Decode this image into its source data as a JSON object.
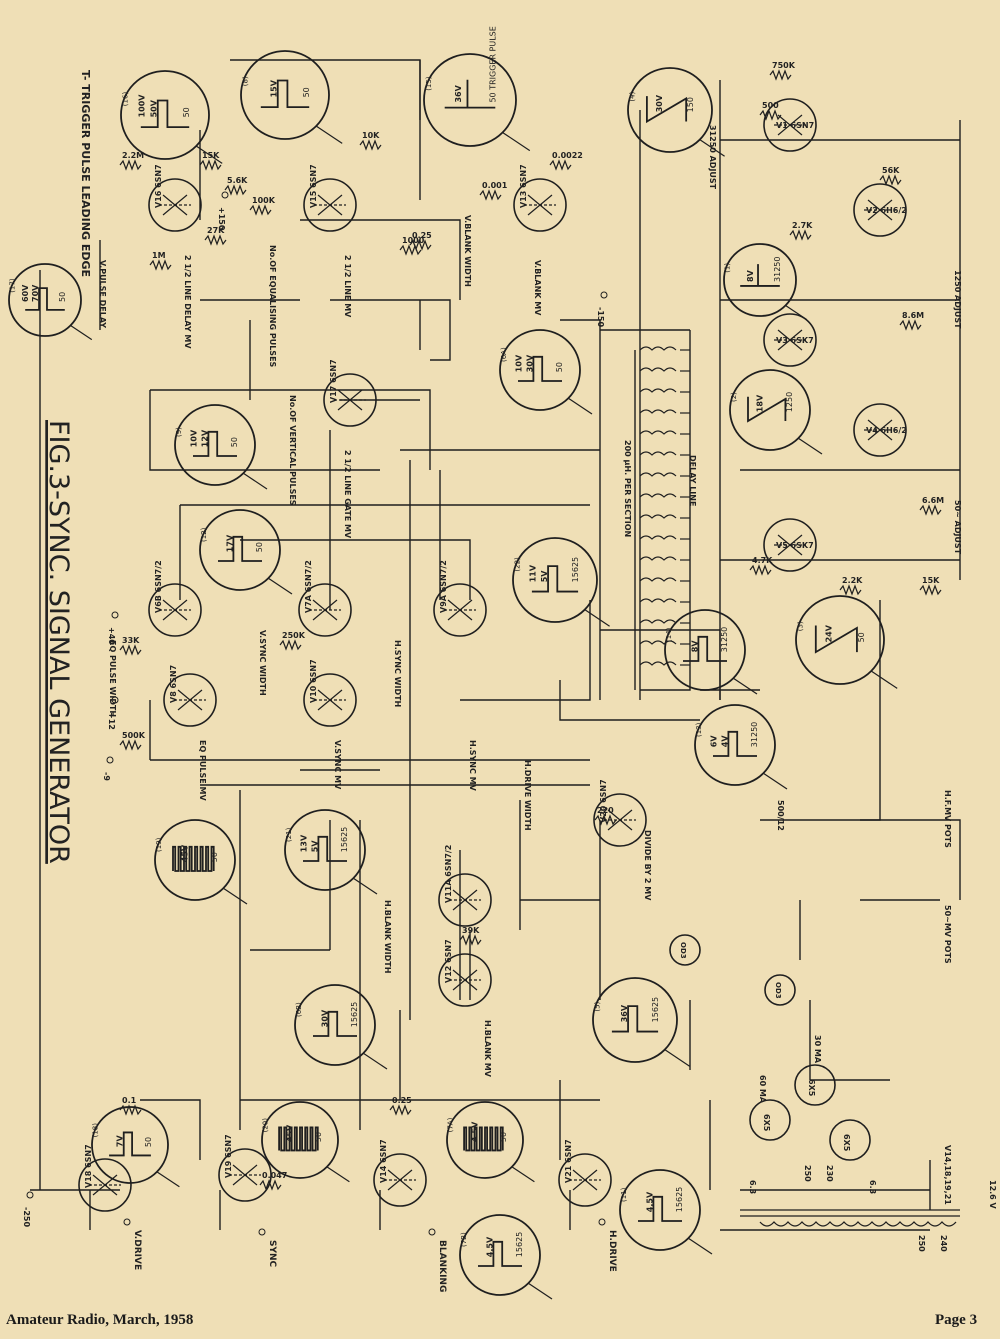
{
  "figure": {
    "title": "FIG.3-SYNC. SIGNAL GENERATOR",
    "trigger_note": "T- TRIGGER PULSE LEADING EDGE"
  },
  "footer": {
    "publication": "Amateur Radio, March, 1958",
    "page": "Page 3"
  },
  "colors": {
    "paper": "#efdfb6",
    "ink": "#1f1f1f"
  },
  "tubes": [
    {
      "id": "tube-v16",
      "label": "V16 6SN7"
    },
    {
      "id": "tube-v15",
      "label": "V15 6SN7"
    },
    {
      "id": "tube-v13",
      "label": "V13 6SN7"
    },
    {
      "id": "tube-v1",
      "label": "V1 6SN7"
    },
    {
      "id": "tube-v2",
      "label": "V2 6H6/2"
    },
    {
      "id": "tube-v3",
      "label": "V3 6SK7"
    },
    {
      "id": "tube-v4",
      "label": "V4 6H6/2"
    },
    {
      "id": "tube-v5",
      "label": "V5 6SK7"
    },
    {
      "id": "tube-v17",
      "label": "V17 6SN7"
    },
    {
      "id": "tube-v6",
      "label": "V6B 6SN7/2"
    },
    {
      "id": "tube-v7",
      "label": "V7A 6SN7/2"
    },
    {
      "id": "tube-v9",
      "label": "V9A 6SN7/2"
    },
    {
      "id": "tube-v10",
      "label": "V10 6SN7"
    },
    {
      "id": "tube-v8",
      "label": "V8 6SN7"
    },
    {
      "id": "tube-v20",
      "label": "V20 6SN7"
    },
    {
      "id": "tube-v11",
      "label": "V11A 6SN7/2"
    },
    {
      "id": "tube-v12",
      "label": "V12 6SN7"
    },
    {
      "id": "tube-v18",
      "label": "V18 6SN7"
    },
    {
      "id": "tube-v19",
      "label": "V19 6SN7"
    },
    {
      "id": "tube-v14",
      "label": "V14 6SN7"
    },
    {
      "id": "tube-v21",
      "label": "V21 6SN7"
    }
  ],
  "stage_labels": [
    {
      "id": "stage-line-delay",
      "text": "2 1/2 LINE DELAY MV"
    },
    {
      "id": "stage-equalising",
      "text": "No.OF EQUALISING PULSES"
    },
    {
      "id": "stage-2half-line",
      "text": "2 1/2 LINE MV"
    },
    {
      "id": "stage-vblank",
      "text": "V.BLANK MV"
    },
    {
      "id": "stage-vblank-width",
      "text": "V.BLANK WIDTH"
    },
    {
      "id": "stage-line-gate",
      "text": "2 1/2 LINE GATE MV"
    },
    {
      "id": "stage-vert-pulses",
      "text": "No.OF VERTICAL PULSES"
    },
    {
      "id": "stage-delay-line",
      "text": "DELAY LINE"
    },
    {
      "id": "stage-200uh",
      "text": "200 µH. PER SECTION"
    },
    {
      "id": "stage-eq-pulse",
      "text": "EQ PULSE MV"
    },
    {
      "id": "stage-eq-width",
      "text": "EQ PULSE WIDTH"
    },
    {
      "id": "stage-vsync-mv",
      "text": "V.SYNC MV"
    },
    {
      "id": "stage-vsync-width",
      "text": "V.SYNC WIDTH"
    },
    {
      "id": "stage-hsync-width",
      "text": "H.SYNC WIDTH"
    },
    {
      "id": "stage-hsync-mv",
      "text": "H.SYNC MV"
    },
    {
      "id": "stage-hdrive-width",
      "text": "H.DRIVE WIDTH"
    },
    {
      "id": "stage-divide",
      "text": "DIVIDE BY 2 MV"
    },
    {
      "id": "stage-hblank-width",
      "text": "H.BLANK WIDTH"
    },
    {
      "id": "stage-hblank-mv",
      "text": "H.BLANK MV"
    },
    {
      "id": "stage-hf-pots",
      "text": "H.F.MV POTS"
    },
    {
      "id": "stage-50-pots",
      "text": "50~MV POTS"
    },
    {
      "id": "stage-31250-adj",
      "text": "31250 ADJUST"
    },
    {
      "id": "stage-1250-adj",
      "text": "1250 ADJUST"
    },
    {
      "id": "stage-50-adj",
      "text": "50~ ADJUST"
    },
    {
      "id": "stage-vpulse-delay",
      "text": "V.PULSE DELAY"
    }
  ],
  "outputs": [
    {
      "id": "output-v-drive",
      "text": "V.DRIVE"
    },
    {
      "id": "output-sync",
      "text": "SYNC"
    },
    {
      "id": "output-blanking",
      "text": "BLANKING"
    },
    {
      "id": "output-h-drive",
      "text": "H.DRIVE"
    }
  ],
  "waveforms": [
    {
      "id": "wave-17",
      "tag": "(17)",
      "amp": "70V",
      "amp2": "60V",
      "freq": "50",
      "shape": "pulse"
    },
    {
      "id": "wave-16",
      "tag": "(16)",
      "amp": "50V",
      "amp2": "100V",
      "freq": "50",
      "shape": "pulse"
    },
    {
      "id": "wave-8",
      "tag": "(8)",
      "amp": "15V",
      "amp2": "",
      "freq": "50",
      "shape": "pulse"
    },
    {
      "id": "wave-15",
      "tag": "(15)",
      "amp": "36V",
      "amp2": "",
      "freq": "50 TRIGGER PULSE",
      "shape": "spike"
    },
    {
      "id": "wave-4",
      "tag": "(4)",
      "amp": "30V",
      "amp2": "",
      "freq": "150",
      "shape": "saw"
    },
    {
      "id": "wave-1",
      "tag": "(1)",
      "amp": "8V",
      "amp2": "",
      "freq": "31250",
      "shape": "spike"
    },
    {
      "id": "wave-6a",
      "tag": "(6A)",
      "amp": "30V",
      "amp2": "10V",
      "freq": "50",
      "shape": "pulse"
    },
    {
      "id": "wave-2",
      "tag": "(2)",
      "amp": "18V",
      "amp2": "",
      "freq": "1250",
      "shape": "saw"
    },
    {
      "id": "wave-9",
      "tag": "(9)",
      "amp": "12V",
      "amp2": "10V",
      "freq": "50",
      "shape": "pulse"
    },
    {
      "id": "wave-12",
      "tag": "(12)",
      "amp": "17V",
      "amp2": "",
      "freq": "50",
      "shape": "pulse"
    },
    {
      "id": "wave-22",
      "tag": "(22)",
      "amp": "5V",
      "amp2": "11V",
      "freq": "15625",
      "shape": "pulse"
    },
    {
      "id": "wave-3",
      "tag": "(3)",
      "amp": "24V",
      "amp2": "",
      "freq": "50",
      "shape": "saw"
    },
    {
      "id": "wave-14",
      "tag": "(14)",
      "amp": "8V",
      "amp2": "",
      "freq": "31250",
      "shape": "pulse"
    },
    {
      "id": "wave-13",
      "tag": "(13)",
      "amp": "4V",
      "amp2": "6V",
      "freq": "31250",
      "shape": "pulse"
    },
    {
      "id": "wave-19",
      "tag": "(19)",
      "amp": "45V",
      "amp2": "",
      "freq": "50",
      "shape": "comb"
    },
    {
      "id": "wave-21",
      "tag": "(21)",
      "amp": "5V",
      "amp2": "13V",
      "freq": "15625",
      "shape": "pulse"
    },
    {
      "id": "wave-6b",
      "tag": "(6B)",
      "amp": "30V",
      "amp2": "",
      "freq": "15625",
      "shape": "pulse"
    },
    {
      "id": "wave-18",
      "tag": "(18)",
      "amp": "7V",
      "amp2": "",
      "freq": "50",
      "shape": "pulse"
    },
    {
      "id": "wave-20",
      "tag": "(20)",
      "amp": "45V",
      "amp2": "",
      "freq": "50",
      "shape": "comb"
    },
    {
      "id": "wave-7a",
      "tag": "(7A)",
      "amp": "4.5V",
      "amp2": "",
      "freq": "50",
      "shape": "comb"
    },
    {
      "id": "wave-7b",
      "tag": "(7B)",
      "amp": "4.5V",
      "amp2": "",
      "freq": "15625",
      "shape": "pulse"
    },
    {
      "id": "wave-5",
      "tag": "(5)",
      "amp": "36V",
      "amp2": "",
      "freq": "15625",
      "shape": "pulse"
    },
    {
      "id": "wave-11",
      "tag": "(11)",
      "amp": "4.5V",
      "amp2": "",
      "freq": "15625",
      "shape": "pulse"
    }
  ],
  "components": [
    "2.2M",
    "15K",
    "5.6K",
    "100K",
    "27K",
    "1M",
    "33K",
    "500K",
    "10K",
    "2.7K",
    "750K",
    "500",
    "56K",
    "8.6M",
    "6.6M",
    "4.7K",
    "15K",
    "2.2K",
    "250K",
    "1000",
    "0.047",
    "0.25",
    "0.001",
    "0.0022",
    "220",
    "39K",
    "0.1",
    "0.25"
  ],
  "supply": [
    {
      "id": "rail-plus150",
      "text": "+150"
    },
    {
      "id": "rail-minus150",
      "text": "-150"
    },
    {
      "id": "rail-minus250",
      "text": "-250"
    },
    {
      "id": "rail-plus40",
      "text": "+40"
    },
    {
      "id": "rail-plus12",
      "text": "+12"
    },
    {
      "id": "rail-minus9",
      "text": "-9"
    }
  ],
  "power_supply": {
    "rectifiers": [
      "6X5",
      "6X5",
      "6X5"
    ],
    "regulators": [
      "OD3",
      "OD3"
    ],
    "choke": "30 MA",
    "choke2": "60 MA",
    "capacitor": "500/12",
    "filaments": [
      "6.3",
      "6.3",
      "12.6 V",
      "12.6V"
    ],
    "transformer_taps": [
      "250",
      "230",
      "250",
      "240"
    ],
    "v18_label": "V14,18,19,21"
  }
}
